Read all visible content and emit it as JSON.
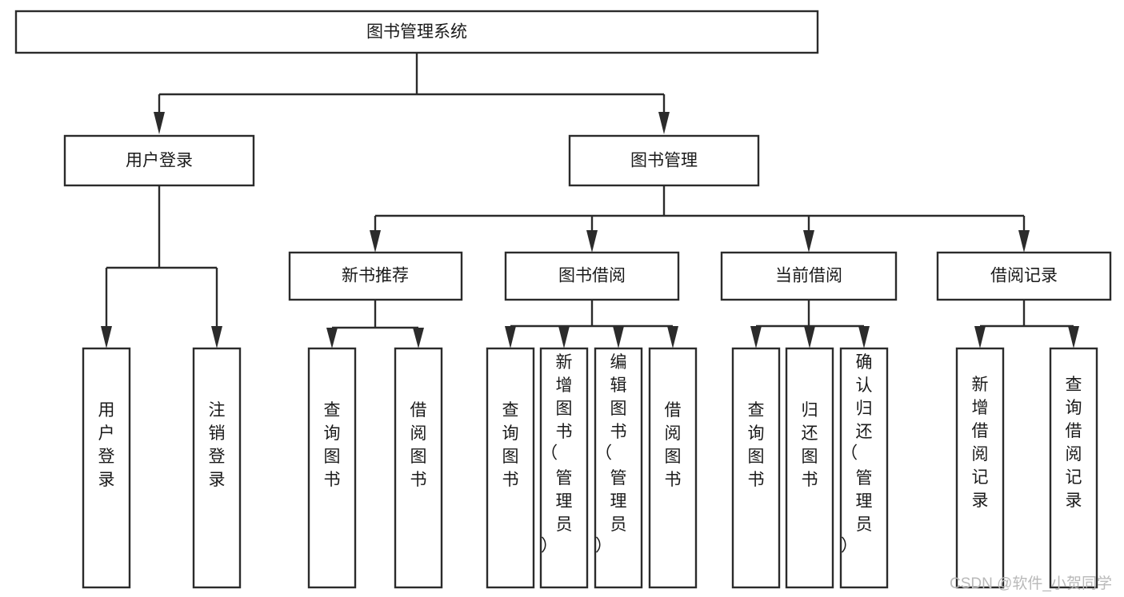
{
  "diagram": {
    "type": "tree-hierarchy",
    "title": "图书管理系统",
    "orientation": "top-down",
    "levels": 4,
    "root": {
      "id": "root",
      "label": "图书管理系统",
      "orientation": "horizontal"
    },
    "level2": [
      {
        "id": "user-login",
        "label": "用户登录",
        "orientation": "horizontal"
      },
      {
        "id": "book-manage",
        "label": "图书管理",
        "orientation": "horizontal"
      }
    ],
    "level3": [
      {
        "id": "new-book-rec",
        "label": "新书推荐",
        "orientation": "horizontal",
        "parent": "book-manage"
      },
      {
        "id": "book-borrow",
        "label": "图书借阅",
        "orientation": "horizontal",
        "parent": "book-manage"
      },
      {
        "id": "current-borrow",
        "label": "当前借阅",
        "orientation": "horizontal",
        "parent": "book-manage"
      },
      {
        "id": "borrow-record",
        "label": "借阅记录",
        "orientation": "horizontal",
        "parent": "book-manage"
      }
    ],
    "leaves": [
      {
        "id": "leaf-user-login",
        "label": "用户登录",
        "orientation": "vertical",
        "parent": "user-login"
      },
      {
        "id": "leaf-user-logout",
        "label": "注销登录",
        "orientation": "vertical",
        "parent": "user-login"
      },
      {
        "id": "leaf-query-book-1",
        "label": "查询图书",
        "orientation": "vertical",
        "parent": "new-book-rec"
      },
      {
        "id": "leaf-borrow-book-1",
        "label": "借阅图书",
        "orientation": "vertical",
        "parent": "new-book-rec"
      },
      {
        "id": "leaf-query-book-2",
        "label": "查询图书",
        "orientation": "vertical",
        "parent": "book-borrow"
      },
      {
        "id": "leaf-add-book",
        "label": "新增图书（管理员）",
        "orientation": "vertical",
        "parent": "book-borrow"
      },
      {
        "id": "leaf-edit-book",
        "label": "编辑图书（管理员）",
        "orientation": "vertical",
        "parent": "book-borrow"
      },
      {
        "id": "leaf-borrow-book-2",
        "label": "借阅图书",
        "orientation": "vertical",
        "parent": "book-borrow"
      },
      {
        "id": "leaf-query-book-3",
        "label": "查询图书",
        "orientation": "vertical",
        "parent": "current-borrow"
      },
      {
        "id": "leaf-return-book",
        "label": "归还图书",
        "orientation": "vertical",
        "parent": "current-borrow"
      },
      {
        "id": "leaf-confirm-return",
        "label": "确认归还（管理员）",
        "orientation": "vertical",
        "parent": "current-borrow"
      },
      {
        "id": "leaf-add-record",
        "label": "新增借阅记录",
        "orientation": "vertical",
        "parent": "borrow-record"
      },
      {
        "id": "leaf-query-record",
        "label": "查询借阅记录",
        "orientation": "vertical",
        "parent": "borrow-record"
      }
    ],
    "watermark": "CSDN @软件_小贺同学",
    "colors": {
      "background": "#ffffff",
      "box_fill": "#ffffff",
      "box_stroke": "#2b2b2b",
      "text": "#1a1a1a",
      "watermark": "#b9b9b9"
    }
  }
}
